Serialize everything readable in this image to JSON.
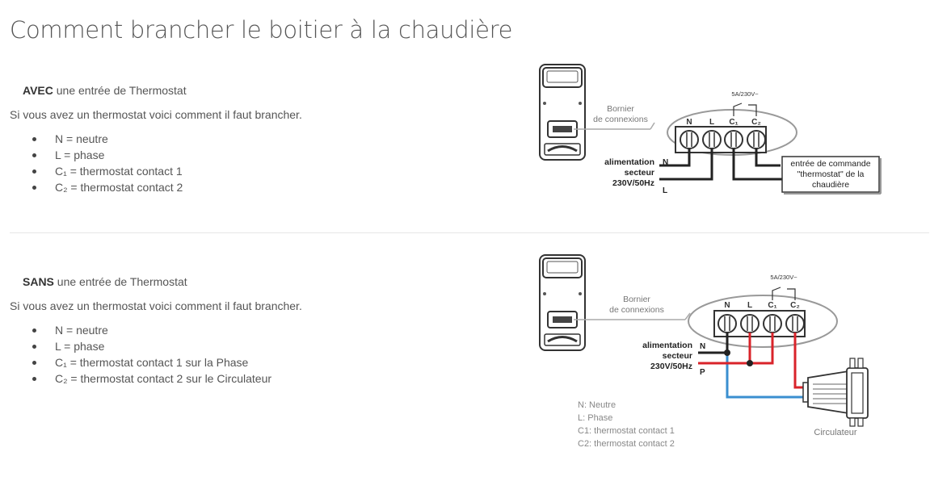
{
  "page_title": "Comment brancher le boitier à la chaudière",
  "section_avec": {
    "heading_bold": "AVEC",
    "heading_rest": " une entrée de Thermostat",
    "intro": "Si vous avez un thermostat voici comment il faut brancher.",
    "items": [
      "N = neutre",
      "L = phase",
      "C₁ = thermostat contact 1",
      "C₂ = thermostat contact 2"
    ]
  },
  "section_sans": {
    "heading_bold": "SANS",
    "heading_rest": " une entrée de Thermostat",
    "intro": "Si vous avez un thermostat voici comment il faut brancher.",
    "items": [
      "N = neutre",
      "L = phase",
      "C₁ = thermostat contact 1 sur la Phase",
      "C₂ = thermostat contact 2 sur le Circulateur"
    ]
  },
  "diagram_avec": {
    "bornier_line1": "Bornier",
    "bornier_line2": "de connexions",
    "relay_rating": "5A/230V~",
    "terminals": [
      "N",
      "L",
      "C₁",
      "C₂"
    ],
    "supply_line1": "alimentation",
    "supply_line2": "secteur",
    "supply_line3": "230V/50Hz",
    "wire_n": "N",
    "wire_l": "L",
    "boiler_line1": "entrée de commande",
    "boiler_line2": "\"thermostat\" de la",
    "boiler_line3": "chaudière"
  },
  "diagram_sans": {
    "bornier_line1": "Bornier",
    "bornier_line2": "de connexions",
    "relay_rating": "5A/230V~",
    "terminals": [
      "N",
      "L",
      "C₁",
      "C₂"
    ],
    "supply_line1": "alimentation",
    "supply_line2": "secteur",
    "supply_line3": "230V/50Hz",
    "wire_n": "N",
    "wire_p": "P",
    "legend": [
      "N: Neutre",
      "L: Phase",
      "C1: thermostat contact 1",
      "C2: thermostat contact 2"
    ],
    "circulator_label": "Circulateur"
  },
  "colors": {
    "phase_wire": "#d9232a",
    "neutral_wire": "#3a8fd0",
    "text": "#555555"
  }
}
